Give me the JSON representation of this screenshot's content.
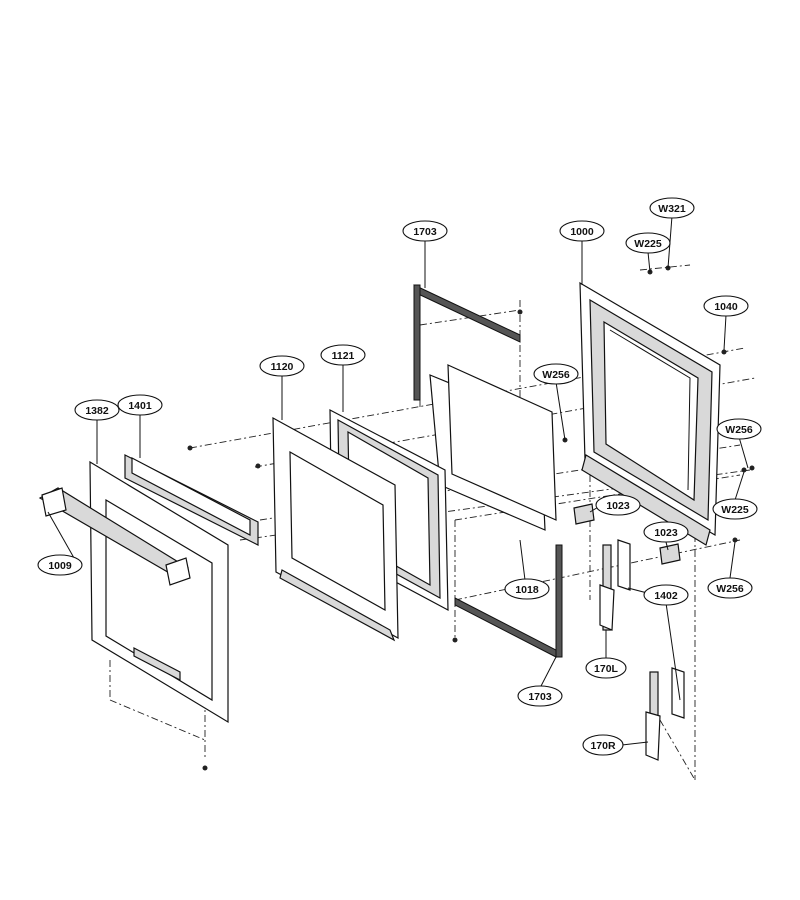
{
  "callouts": [
    {
      "id": "c-1703-top",
      "label": "1703"
    },
    {
      "id": "c-1000",
      "label": "1000"
    },
    {
      "id": "c-w321",
      "label": "W321"
    },
    {
      "id": "c-w225-top",
      "label": "W225"
    },
    {
      "id": "c-1040",
      "label": "1040"
    },
    {
      "id": "c-1120",
      "label": "1120"
    },
    {
      "id": "c-1121",
      "label": "1121"
    },
    {
      "id": "c-w256-mid",
      "label": "W256"
    },
    {
      "id": "c-1382",
      "label": "1382"
    },
    {
      "id": "c-1401",
      "label": "1401"
    },
    {
      "id": "c-w256-right",
      "label": "W256"
    },
    {
      "id": "c-w225-right",
      "label": "W225"
    },
    {
      "id": "c-1023-a",
      "label": "1023"
    },
    {
      "id": "c-1023-b",
      "label": "1023"
    },
    {
      "id": "c-1009",
      "label": "1009"
    },
    {
      "id": "c-1018",
      "label": "1018"
    },
    {
      "id": "c-1402",
      "label": "1402"
    },
    {
      "id": "c-w256-bottom",
      "label": "W256"
    },
    {
      "id": "c-170l",
      "label": "170L"
    },
    {
      "id": "c-1703-bottom",
      "label": "1703"
    },
    {
      "id": "c-170r",
      "label": "170R"
    }
  ]
}
